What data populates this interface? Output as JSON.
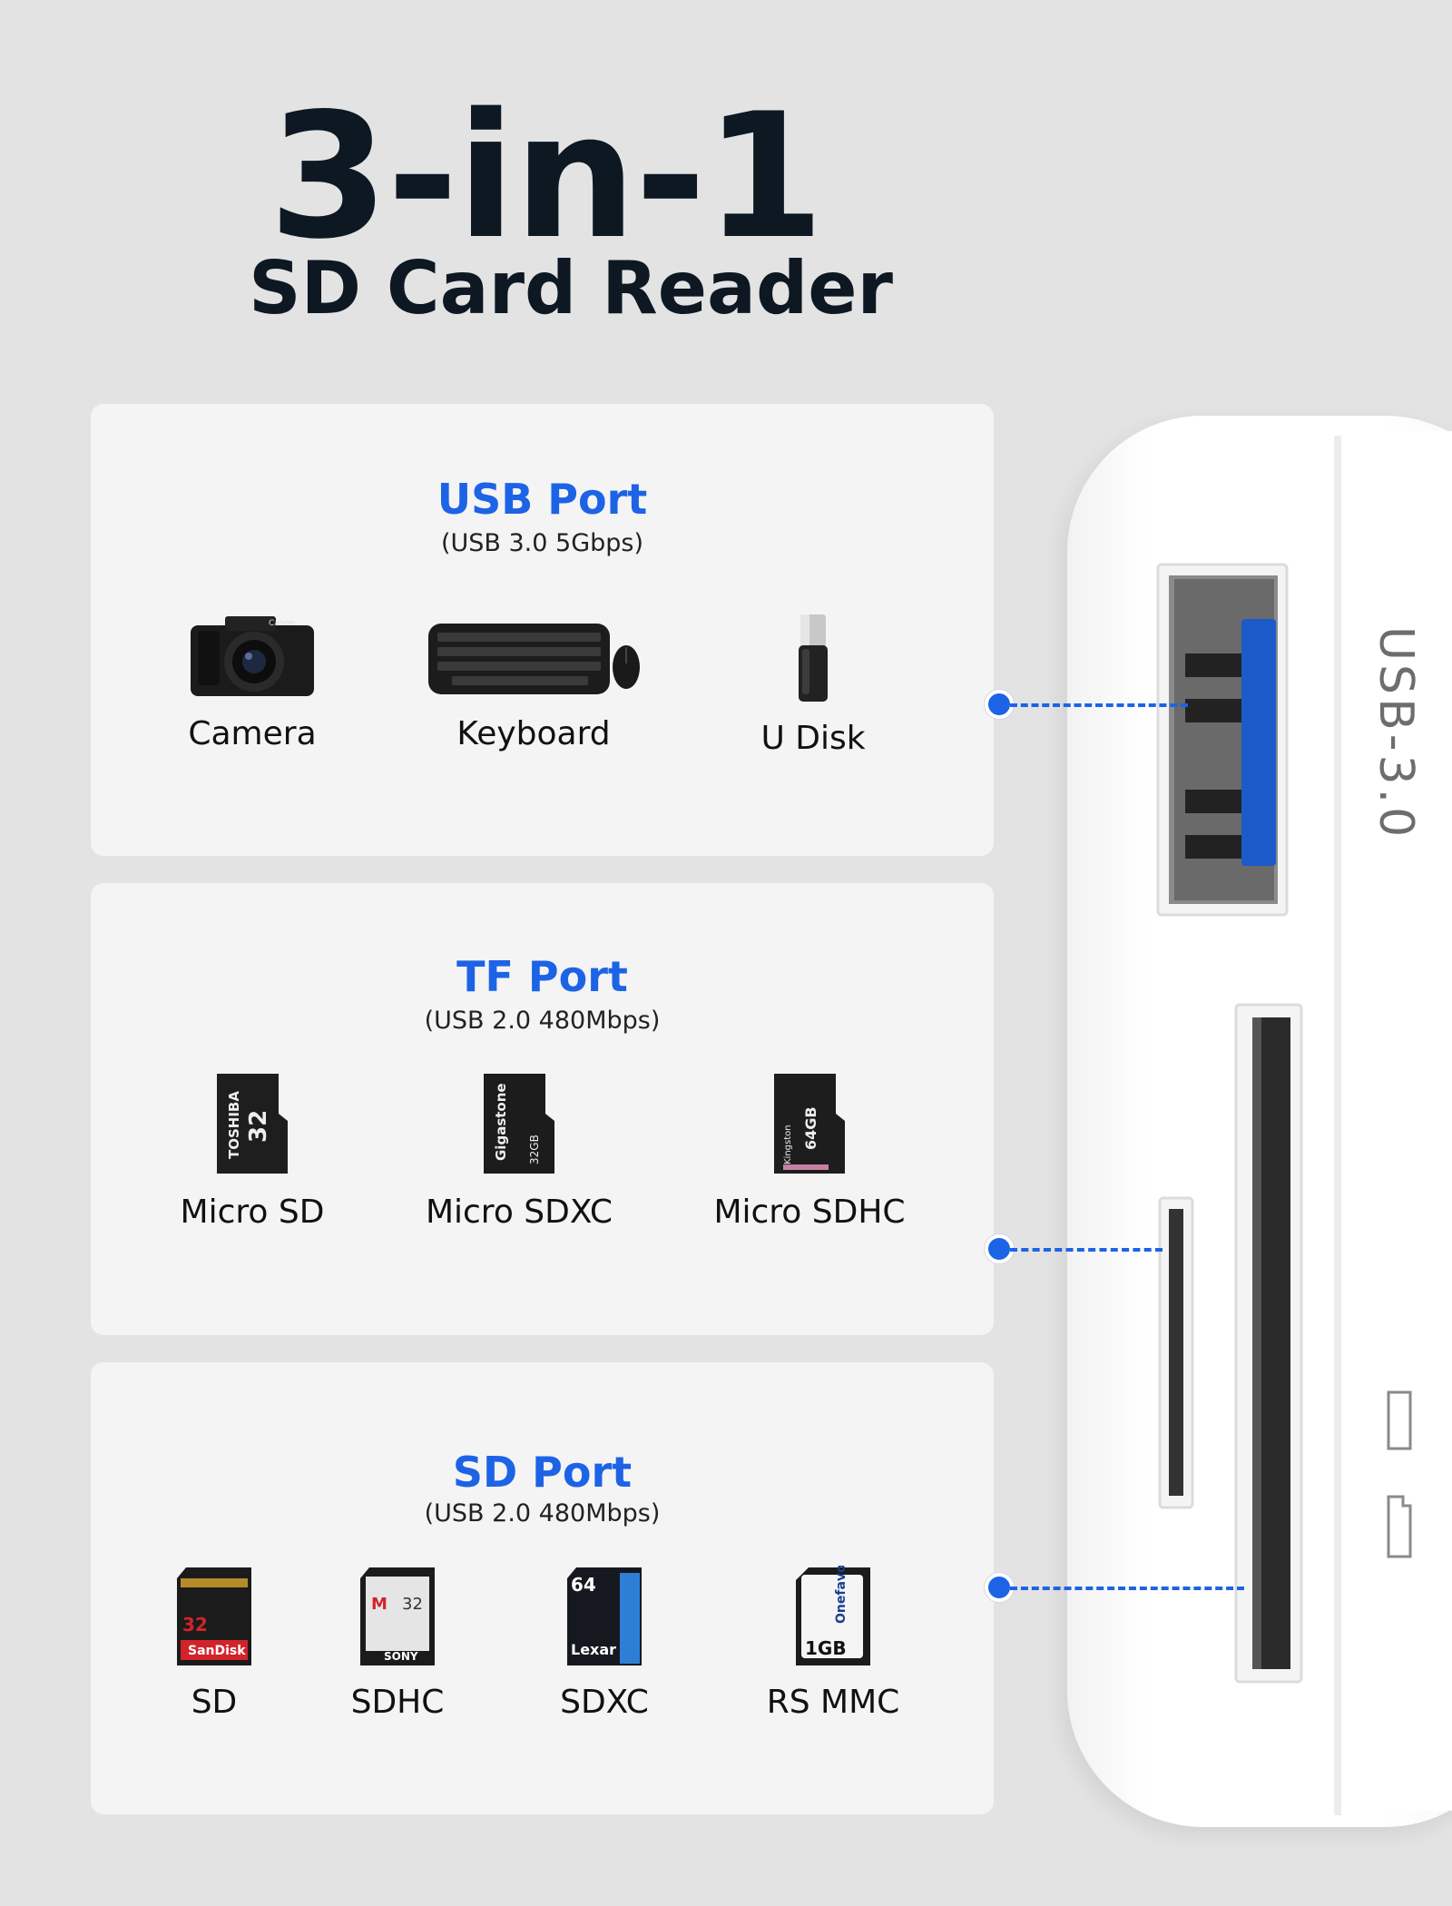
{
  "header": {
    "headline": "3-in-1",
    "subtitle": "SD Card Reader"
  },
  "panels": [
    {
      "title": "USB Port",
      "subtitle": "(USB 3.0 5Gbps)",
      "items": [
        {
          "label": "Camera",
          "icon": "camera-icon"
        },
        {
          "label": "Keyboard",
          "icon": "keyboard-icon"
        },
        {
          "label": "U Disk",
          "icon": "usb-drive-icon"
        }
      ]
    },
    {
      "title": "TF  Port",
      "subtitle": "(USB 2.0 480Mbps)",
      "items": [
        {
          "label": "Micro SD",
          "icon": "micro-sd-card-icon",
          "card_text": "TOSHIBA",
          "capacity": "32"
        },
        {
          "label": "Micro SDXC",
          "icon": "micro-sd-card-icon",
          "card_text": "Gigastone",
          "capacity": "32GB"
        },
        {
          "label": "Micro SDHC",
          "icon": "micro-sd-card-icon",
          "card_text": "Kingston",
          "capacity": "64GB"
        }
      ]
    },
    {
      "title": "SD Port",
      "subtitle": "(USB 2.0 480Mbps)",
      "items": [
        {
          "label": "SD",
          "icon": "sd-card-icon",
          "card_text": "SanDisk",
          "capacity": "32"
        },
        {
          "label": "SDHC",
          "icon": "sd-card-icon",
          "card_text": "SONY",
          "capacity": "32"
        },
        {
          "label": "SDXC",
          "icon": "sd-card-icon",
          "card_text": "Lexar",
          "capacity": "64"
        },
        {
          "label": "RS MMC",
          "icon": "mmc-card-icon",
          "card_text": "Onefavor",
          "capacity": "1GB"
        }
      ]
    }
  ],
  "device": {
    "label": "USB-3.0"
  },
  "colors": {
    "accent": "#1d63e6",
    "background": "#e3e3e3",
    "panel": "#f4f4f4",
    "heading": "#0d1822"
  }
}
